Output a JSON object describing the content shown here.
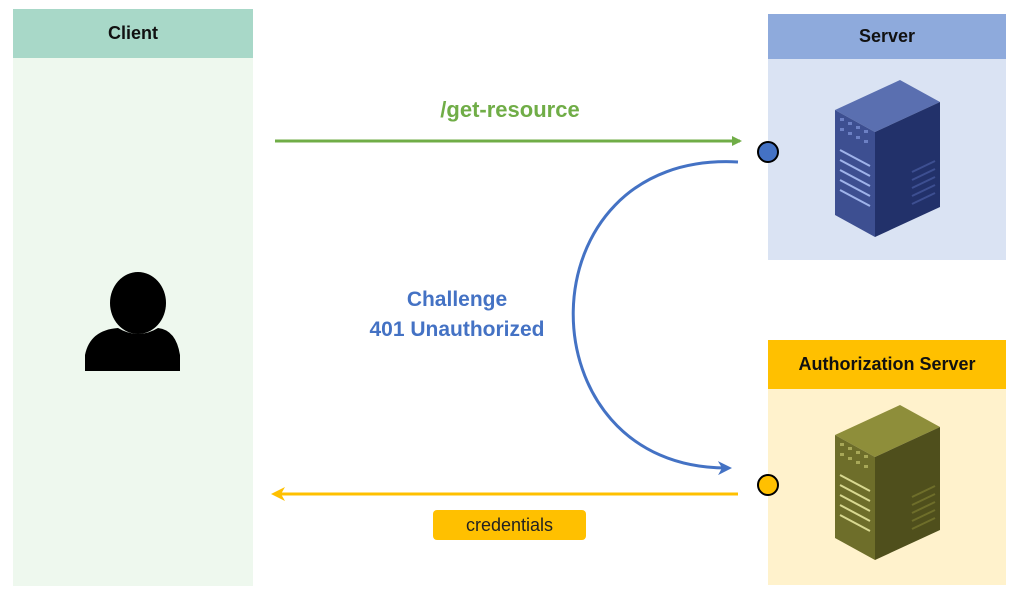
{
  "lanes": {
    "client": {
      "title": "Client"
    },
    "server": {
      "title": "Server"
    },
    "auth_server": {
      "title": "Authorization Server"
    }
  },
  "arrows": {
    "request": {
      "label": "/get-resource",
      "color": "#70ad47"
    },
    "challenge": {
      "title": "Challenge",
      "status": "401 Unauthorized",
      "color": "#4472c4"
    },
    "credentials": {
      "label": "credentials",
      "color": "#ffc000"
    }
  },
  "icons": {
    "client": "user-icon",
    "server": "server-icon",
    "auth_server": "server-icon"
  }
}
